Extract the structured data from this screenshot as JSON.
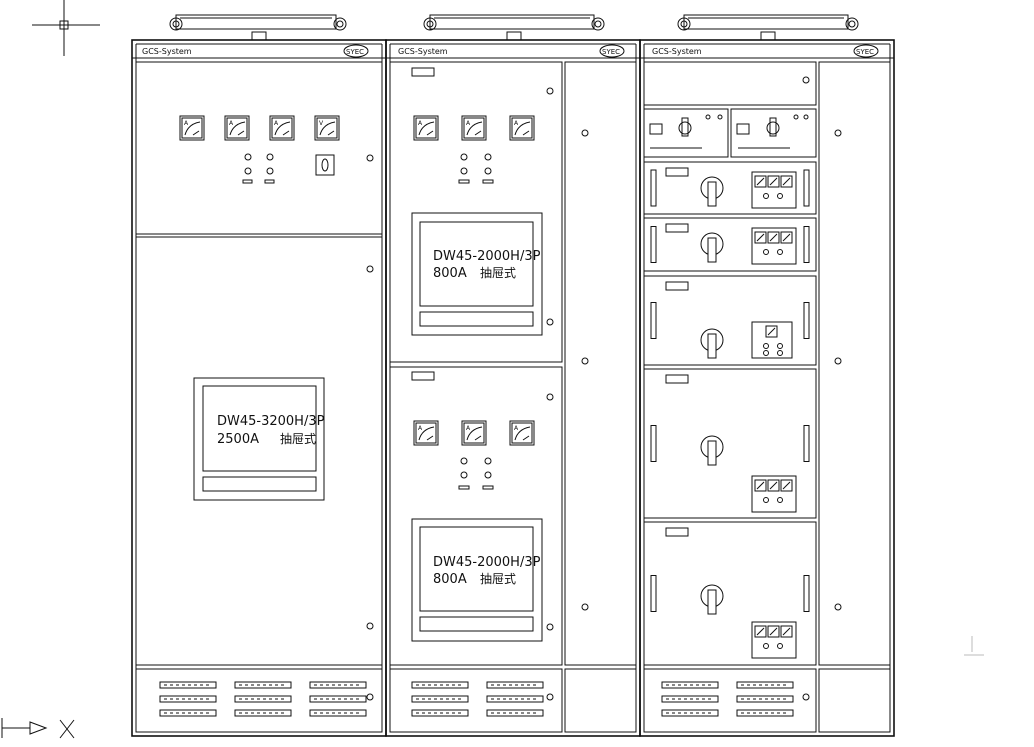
{
  "brand": {
    "system_label": "GCS-System",
    "logo_text": "SYEC"
  },
  "cabinets": [
    {
      "id": "incoming",
      "meter_letters": [
        "A",
        "A",
        "A",
        "V"
      ],
      "breaker_model": "DW45-3200H/3P",
      "breaker_rating": "2500A",
      "breaker_type": "抽屉式"
    },
    {
      "id": "feeder",
      "units": [
        {
          "meter_letters": [
            "A",
            "A",
            "A"
          ],
          "breaker_model": "DW45-2000H/3P",
          "breaker_rating": "800A",
          "breaker_type": "抽屉式"
        },
        {
          "meter_letters": [
            "A",
            "A",
            "A"
          ],
          "breaker_model": "DW45-2000H/3P",
          "breaker_rating": "800A",
          "breaker_type": "抽屉式"
        }
      ]
    },
    {
      "id": "mcc",
      "drawer_count": 7
    }
  ],
  "axis_label": "X"
}
